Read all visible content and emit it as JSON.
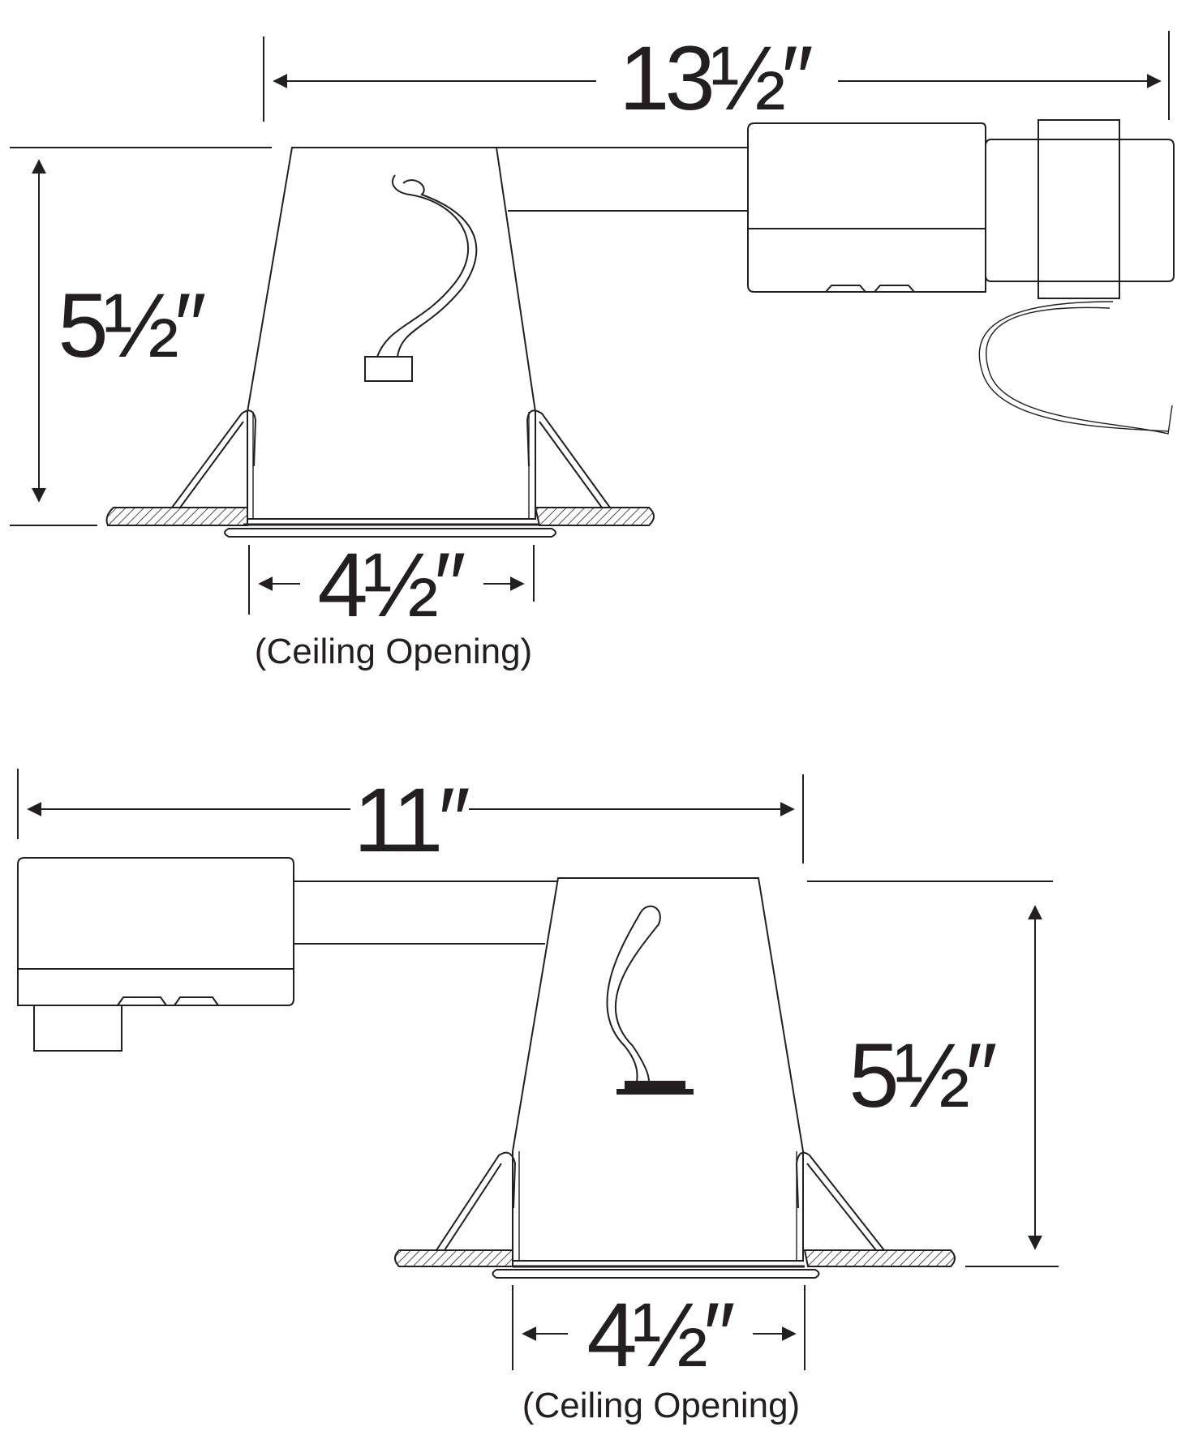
{
  "diagram_top": {
    "width_label": "13½″",
    "height_label": "5½″",
    "opening_label": "4½″",
    "opening_note": "(Ceiling Opening)"
  },
  "diagram_bottom": {
    "width_label": "11″",
    "height_label": "5½″",
    "opening_label": "4½″",
    "opening_note": "(Ceiling Opening)"
  }
}
